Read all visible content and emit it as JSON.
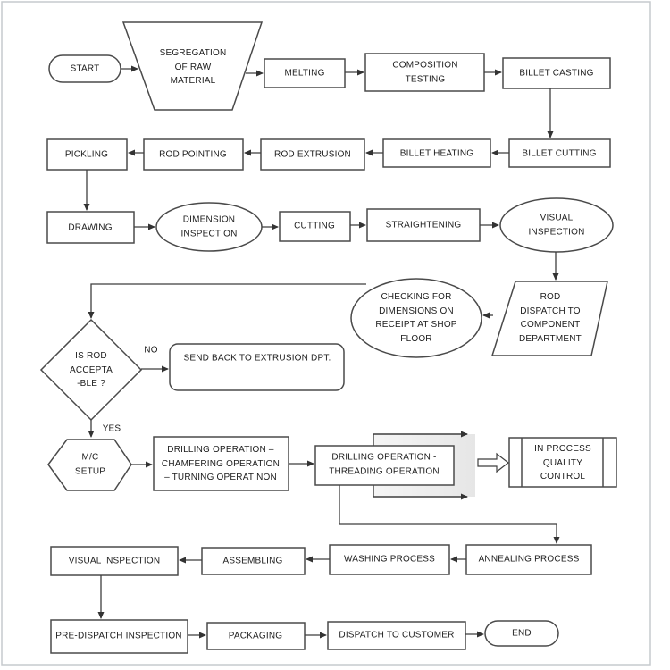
{
  "diagram_type": "manufacturing-process-flowchart",
  "colors": {
    "background": "#ffffff",
    "frame_border": "#c6cacd",
    "shape_stroke": "#4a4a4a",
    "text": "#1c1c1c",
    "shadow_fill_light": "#f5f5f5",
    "shadow_fill_dark": "#e6e6e6"
  },
  "nodes": {
    "start": {
      "shape": "terminator",
      "label": "START"
    },
    "segregation": {
      "shape": "trapezoid",
      "label": "SEGREGATION\nOF RAW\nMATERIAL"
    },
    "melting": {
      "shape": "process",
      "label": "MELTING"
    },
    "composition_testing": {
      "shape": "process",
      "label": "COMPOSITION\nTESTING"
    },
    "billet_casting": {
      "shape": "process",
      "label": "BILLET CASTING"
    },
    "billet_cutting": {
      "shape": "process",
      "label": "BILLET CUTTING"
    },
    "billet_heating": {
      "shape": "process",
      "label": "BILLET HEATING"
    },
    "rod_extrusion": {
      "shape": "process",
      "label": "ROD EXTRUSION"
    },
    "rod_pointing": {
      "shape": "process",
      "label": "ROD POINTING"
    },
    "pickling": {
      "shape": "process",
      "label": "PICKLING"
    },
    "drawing": {
      "shape": "process",
      "label": "DRAWING"
    },
    "dimension_inspection": {
      "shape": "ellipse",
      "label": "DIMENSION\nINSPECTION"
    },
    "cutting": {
      "shape": "process",
      "label": "CUTTING"
    },
    "straightening": {
      "shape": "process",
      "label": "STRAIGHTENING"
    },
    "visual_inspection": {
      "shape": "ellipse",
      "label": "VISUAL\nINSPECTION"
    },
    "rod_dispatch": {
      "shape": "parallelogram",
      "label": "ROD\nDISPATCH TO\nCOMPONENT\nDEPARTMENT"
    },
    "checking_dimensions": {
      "shape": "ellipse",
      "label": "CHECKING FOR\nDIMENSIONS ON\nRECEIPT AT SHOP\nFLOOR"
    },
    "rod_acceptable": {
      "shape": "decision",
      "label": "IS ROD\nACCEPTA\n-BLE ?"
    },
    "send_back": {
      "shape": "rounded-process",
      "label": "SEND BACK TO EXTRUSION DPT."
    },
    "mc_setup": {
      "shape": "hexagon",
      "label": "M/C\nSETUP"
    },
    "drilling_chamfering_turning": {
      "shape": "process",
      "label": "DRILLING OPERATION –\nCHAMFERING OPERATION\n– TURNING OPERATINON"
    },
    "drilling_threading": {
      "shape": "process-with-shadow",
      "label": "DRILLING OPERATION -\nTHREADING OPERATION"
    },
    "in_process_qc": {
      "shape": "predefined-process",
      "label": "IN PROCESS\nQUALITY\nCONTROL"
    },
    "annealing": {
      "shape": "process",
      "label": "ANNEALING PROCESS"
    },
    "washing": {
      "shape": "process",
      "label": "WASHING PROCESS"
    },
    "assembling": {
      "shape": "process",
      "label": "ASSEMBLING"
    },
    "final_visual_inspection": {
      "shape": "process",
      "label": "VISUAL INSPECTION"
    },
    "pre_dispatch_inspection": {
      "shape": "process",
      "label": "PRE-DISPATCH INSPECTION"
    },
    "packaging": {
      "shape": "process",
      "label": "PACKAGING"
    },
    "dispatch_customer": {
      "shape": "process",
      "label": "DISPATCH TO CUSTOMER"
    },
    "end": {
      "shape": "terminator",
      "label": "END"
    }
  },
  "edge_labels": {
    "no": "NO",
    "yes": "YES"
  }
}
